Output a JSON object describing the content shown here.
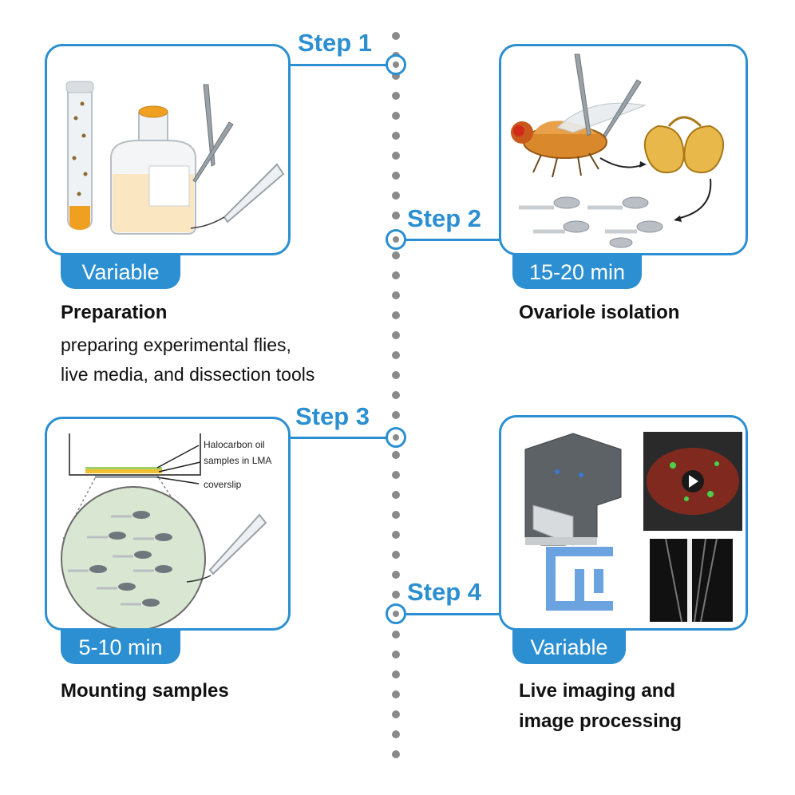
{
  "steps": [
    {
      "label": "Step 1",
      "badge": "Variable",
      "title": "Preparation",
      "description": [
        "preparing experimental flies,",
        "live media, and dissection tools"
      ]
    },
    {
      "label": "Step 2",
      "badge": "15-20 min",
      "title": "Ovariole isolation"
    },
    {
      "label": "Step 3",
      "badge": "5-10 min",
      "title": "Mounting samples",
      "annotations": [
        "Halocarbon oil",
        "samples in LMA",
        "coverslip"
      ]
    },
    {
      "label": "Step 4",
      "badge": "Variable",
      "title": [
        "Live imaging and",
        "image processing"
      ]
    }
  ],
  "colors": {
    "accent": "#2b8fd1",
    "timeline_dot": "#8a8a8a"
  }
}
